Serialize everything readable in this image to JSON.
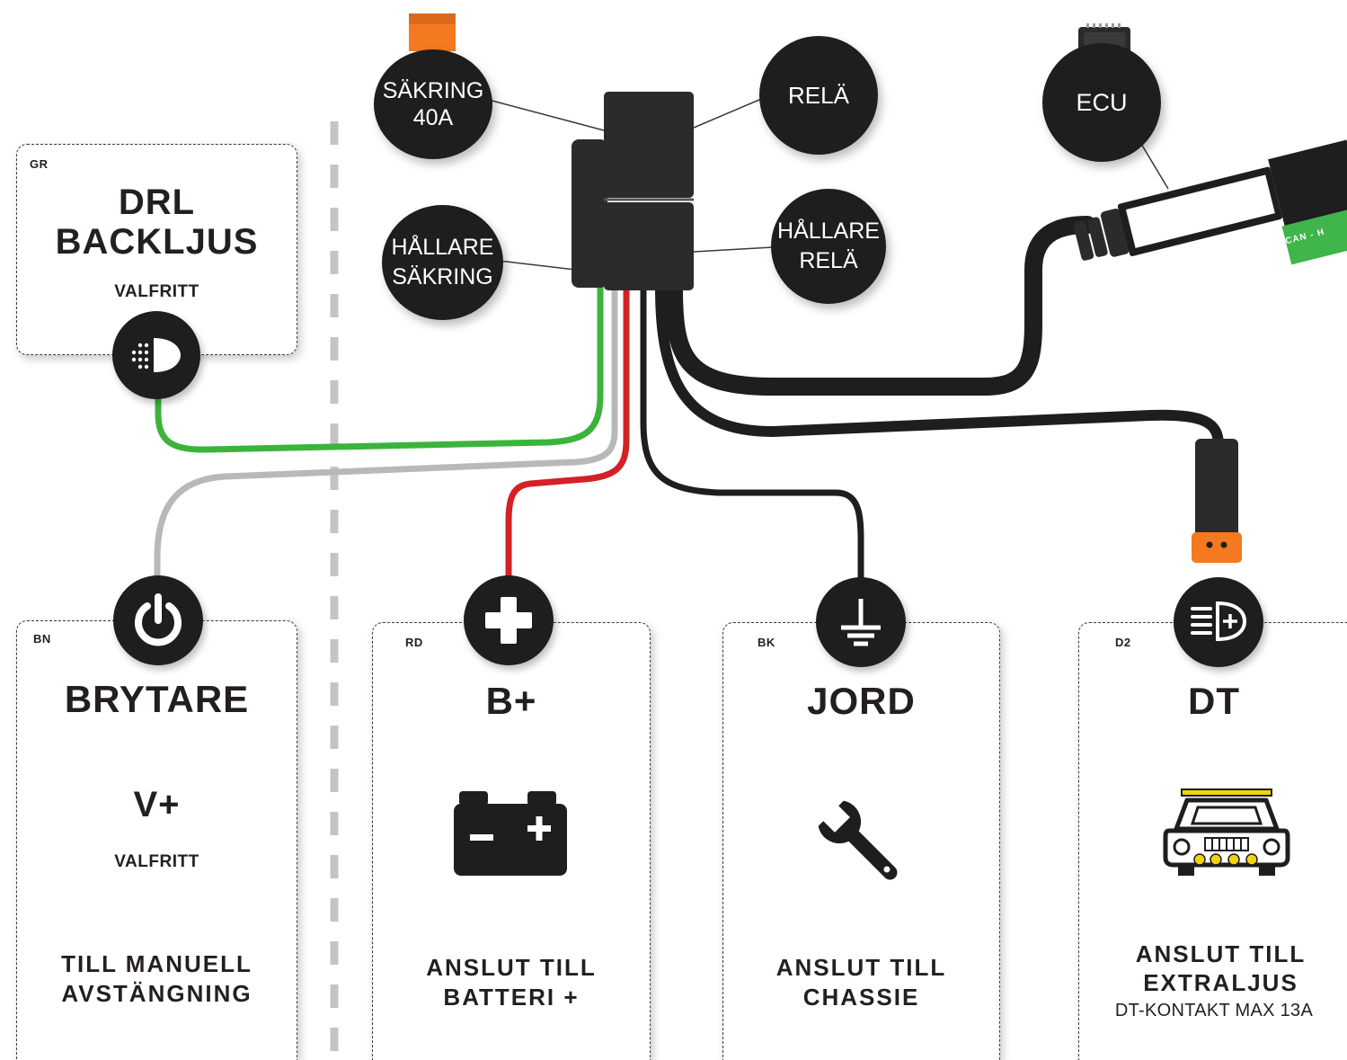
{
  "components": {
    "fuse": {
      "line1": "SÄKRING",
      "line2": "40A"
    },
    "relay": {
      "label": "RELÄ"
    },
    "ecu": {
      "label": "ECU"
    },
    "fuse_holder": {
      "line1": "HÅLLARE",
      "line2": "SÄKRING"
    },
    "relay_holder": {
      "line1": "HÅLLARE",
      "line2": "RELÄ"
    },
    "can_tag": {
      "label": "CAN - H"
    }
  },
  "cards": {
    "drl": {
      "code": "GR",
      "title_line1": "DRL",
      "title_line2": "BACKLJUS",
      "subtitle": "VALFRITT",
      "icon": "drl-lamp-icon"
    },
    "switch": {
      "code": "BN",
      "title": "BRYTARE",
      "value": "V+",
      "subtitle": "VALFRITT",
      "desc_line1": "TILL MANUELL",
      "desc_line2": "AVSTÄNGNING",
      "icon": "power-icon"
    },
    "battery": {
      "code": "RD",
      "title": "B+",
      "desc_line1": "ANSLUT TILL",
      "desc_line2": "BATTERI +",
      "icon": "plus-icon"
    },
    "ground": {
      "code": "BK",
      "title": "JORD",
      "desc_line1": "ANSLUT TILL",
      "desc_line2": "CHASSIE",
      "icon": "ground-icon"
    },
    "dt": {
      "code": "D2",
      "title": "DT",
      "desc_line1": "ANSLUT TILL",
      "desc_line2": "EXTRALJUS",
      "note": "DT-KONTAKT MAX 13A",
      "icon": "headlight-icon"
    }
  },
  "colors": {
    "wire_green": "#3cb43c",
    "wire_gray": "#b8b8b8",
    "wire_red": "#d42027",
    "wire_black": "#1e1e1e",
    "connector_orange": "#f47920",
    "can_green": "#3fb54a",
    "light_yellow": "#f5d20f"
  }
}
